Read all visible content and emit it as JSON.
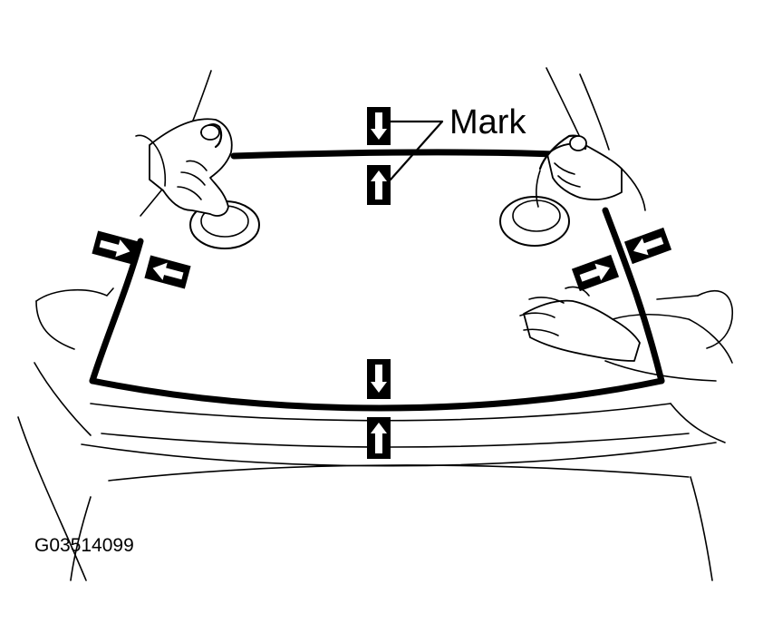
{
  "diagram": {
    "callout_label": "Mark",
    "figure_code": "G03514099",
    "colors": {
      "line": "#000000",
      "background": "#ffffff"
    },
    "markers": [
      {
        "name": "top-upper",
        "direction": "down"
      },
      {
        "name": "top-lower",
        "direction": "up"
      },
      {
        "name": "bottom-upper",
        "direction": "down"
      },
      {
        "name": "bottom-lower",
        "direction": "up"
      },
      {
        "name": "left-outer",
        "direction": "right"
      },
      {
        "name": "left-inner",
        "direction": "left"
      },
      {
        "name": "right-inner",
        "direction": "right"
      },
      {
        "name": "right-outer",
        "direction": "left"
      }
    ]
  }
}
